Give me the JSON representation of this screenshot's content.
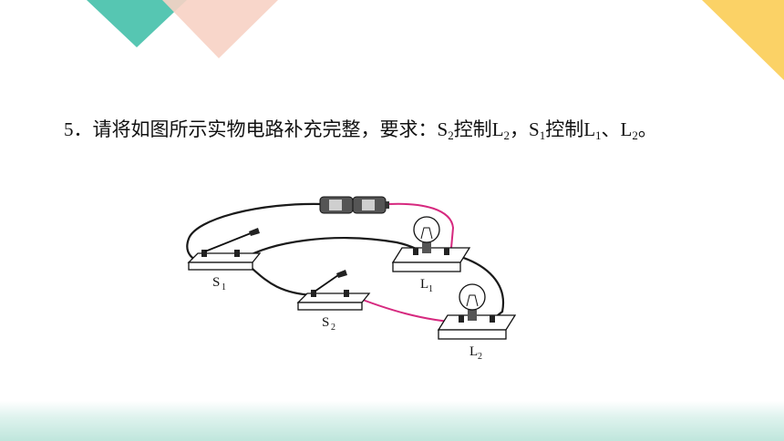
{
  "question": {
    "number": "5．",
    "text_intro": "请将如图所示实物电路补充完整，要求：",
    "s2": "S",
    "s2_sub": "2",
    "control1": "控制",
    "l2a": "L",
    "l2a_sub": "2",
    "sep": "，",
    "s1": "S",
    "s1_sub": "1",
    "control2": "控制",
    "l1": "L",
    "l1_sub": "1",
    "dun": "、",
    "l2b": "L",
    "l2b_sub": "2",
    "end": "。"
  },
  "figure": {
    "label_s1": "S",
    "label_s1_sub": "1",
    "label_s2": "S",
    "label_s2_sub": "2",
    "label_l1": "L",
    "label_l1_sub": "1",
    "label_l2": "L",
    "label_l2_sub": "2"
  },
  "colors": {
    "teal": "#56c6b2",
    "peach": "#f7d2c4",
    "yellow": "#fbd266",
    "wire_black": "#1a1a1a",
    "wire_pink": "#d6297f"
  }
}
